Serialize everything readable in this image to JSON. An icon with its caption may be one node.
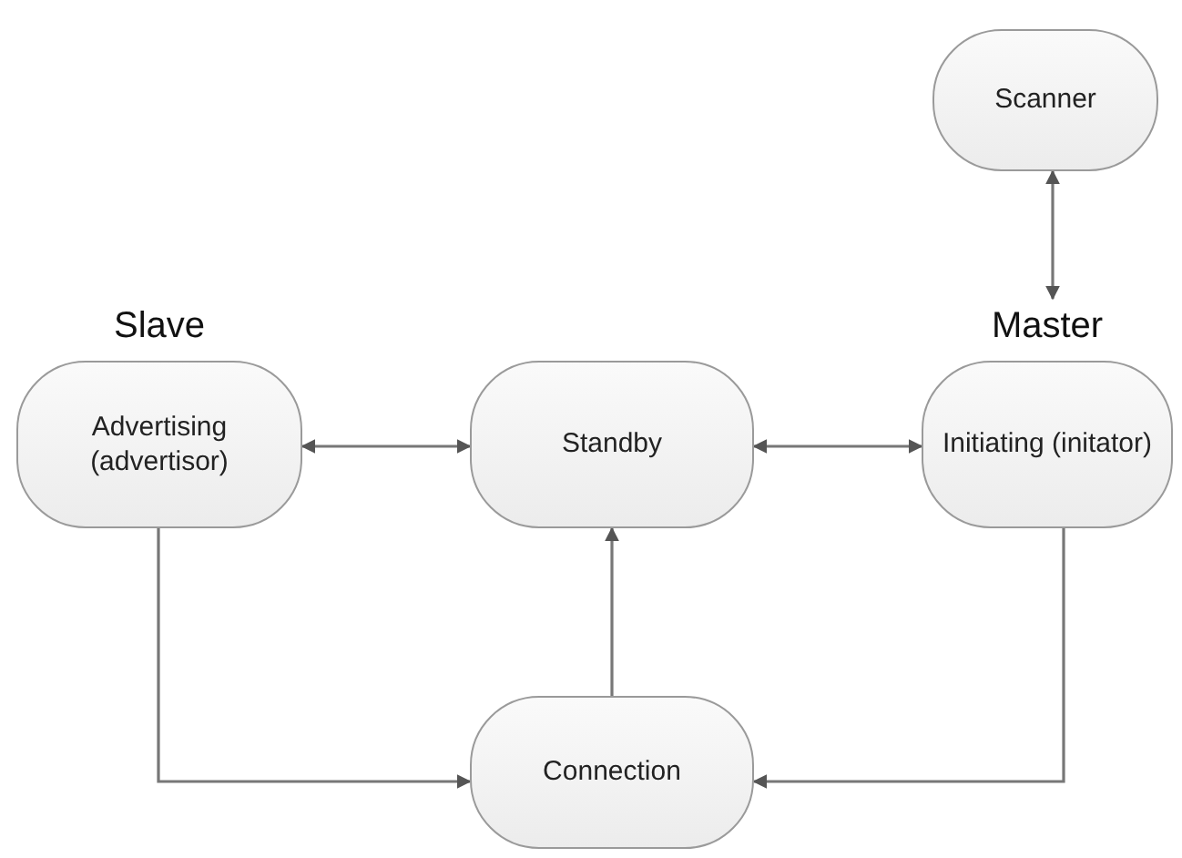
{
  "diagram": {
    "nodes": [
      {
        "text": [
          "Scanner"
        ]
      },
      {
        "text": [
          "Slave",
          "Advertising (advertisor)"
        ]
      },
      {
        "text": [
          "Standby"
        ]
      },
      {
        "text": [
          "Master",
          "Initiating (initator)"
        ]
      },
      {
        "text": [
          "Connection"
        ]
      }
    ],
    "edges": [
      {
        "from": 1,
        "to": 2,
        "arrow": "both"
      },
      {
        "from": 2,
        "to": 3,
        "arrow": "both"
      },
      {
        "from": 0,
        "to": 3,
        "arrow": "both"
      },
      {
        "from": 1,
        "to": 4,
        "arrow": "to"
      },
      {
        "from": 3,
        "to": 4,
        "arrow": "to"
      },
      {
        "from": 4,
        "to": 2,
        "arrow": "to"
      }
    ]
  }
}
